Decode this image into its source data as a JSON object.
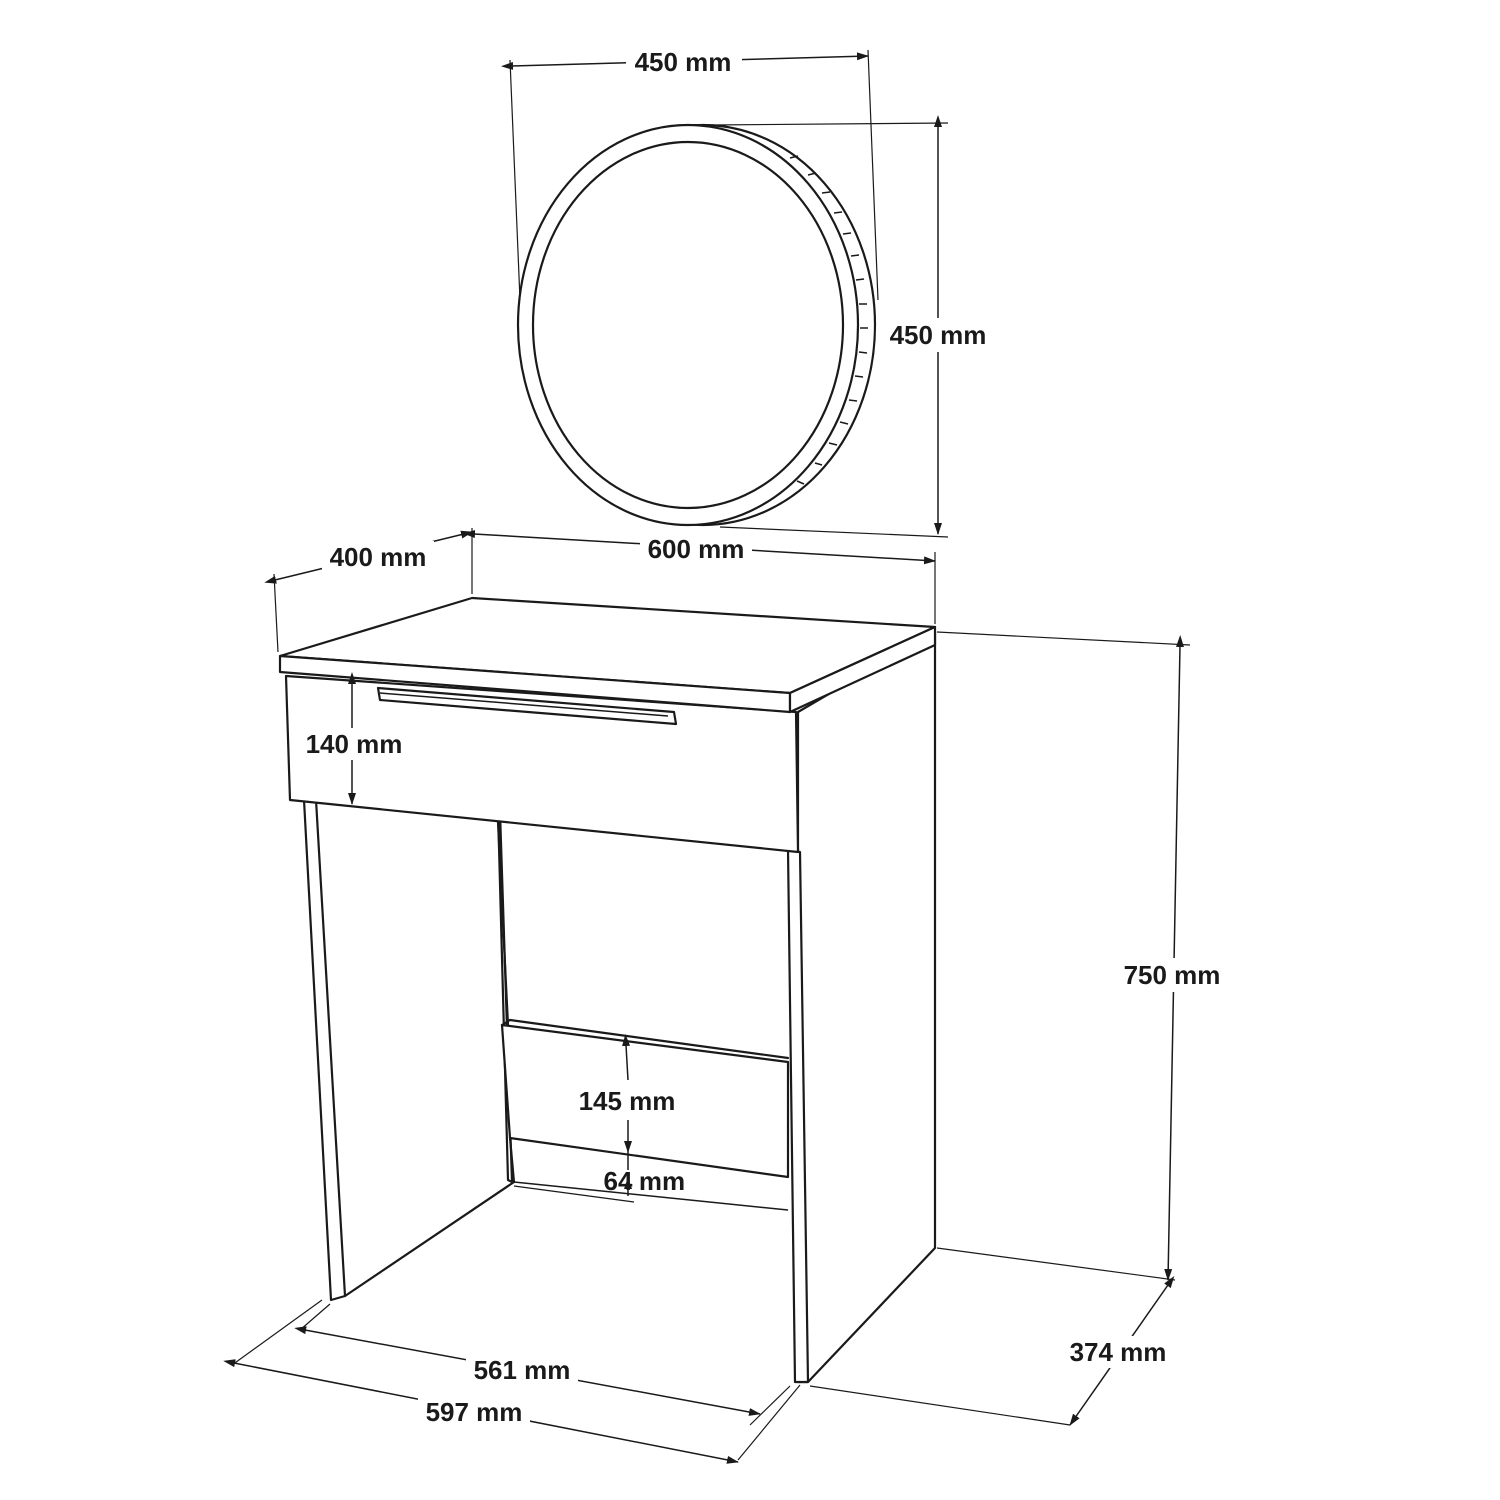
{
  "dimensions": {
    "mirror_width": "450 mm",
    "mirror_height": "450 mm",
    "table_depth": "400 mm",
    "table_width": "600 mm",
    "drawer_height": "140 mm",
    "table_height": "750 mm",
    "shelf_height": "145 mm",
    "shelf_gap": "64",
    "shelf_gap_unit": "mm",
    "side_depth": "374 mm",
    "inner_width": "561 mm",
    "base_width": "597 mm"
  }
}
